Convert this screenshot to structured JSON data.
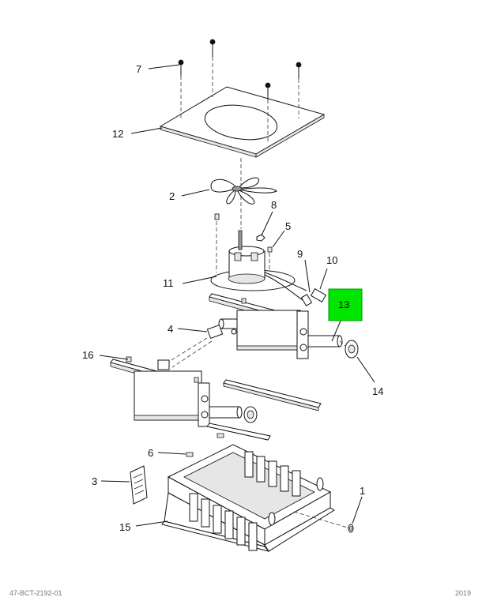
{
  "diagram": {
    "highlight_color": "#00e600",
    "callouts": [
      {
        "id": "1",
        "label": "1"
      },
      {
        "id": "2",
        "label": "2"
      },
      {
        "id": "3",
        "label": "3"
      },
      {
        "id": "4",
        "label": "4"
      },
      {
        "id": "5",
        "label": "5"
      },
      {
        "id": "6",
        "label": "6"
      },
      {
        "id": "7",
        "label": "7"
      },
      {
        "id": "8",
        "label": "8"
      },
      {
        "id": "9",
        "label": "9"
      },
      {
        "id": "10",
        "label": "10"
      },
      {
        "id": "11",
        "label": "11"
      },
      {
        "id": "12",
        "label": "12"
      },
      {
        "id": "13",
        "label": "13",
        "highlighted": true
      },
      {
        "id": "14",
        "label": "14"
      },
      {
        "id": "15",
        "label": "15"
      },
      {
        "id": "16",
        "label": "16"
      }
    ]
  },
  "footer": {
    "left_code": "47-BCT-2192-01",
    "right_code": "2019"
  }
}
